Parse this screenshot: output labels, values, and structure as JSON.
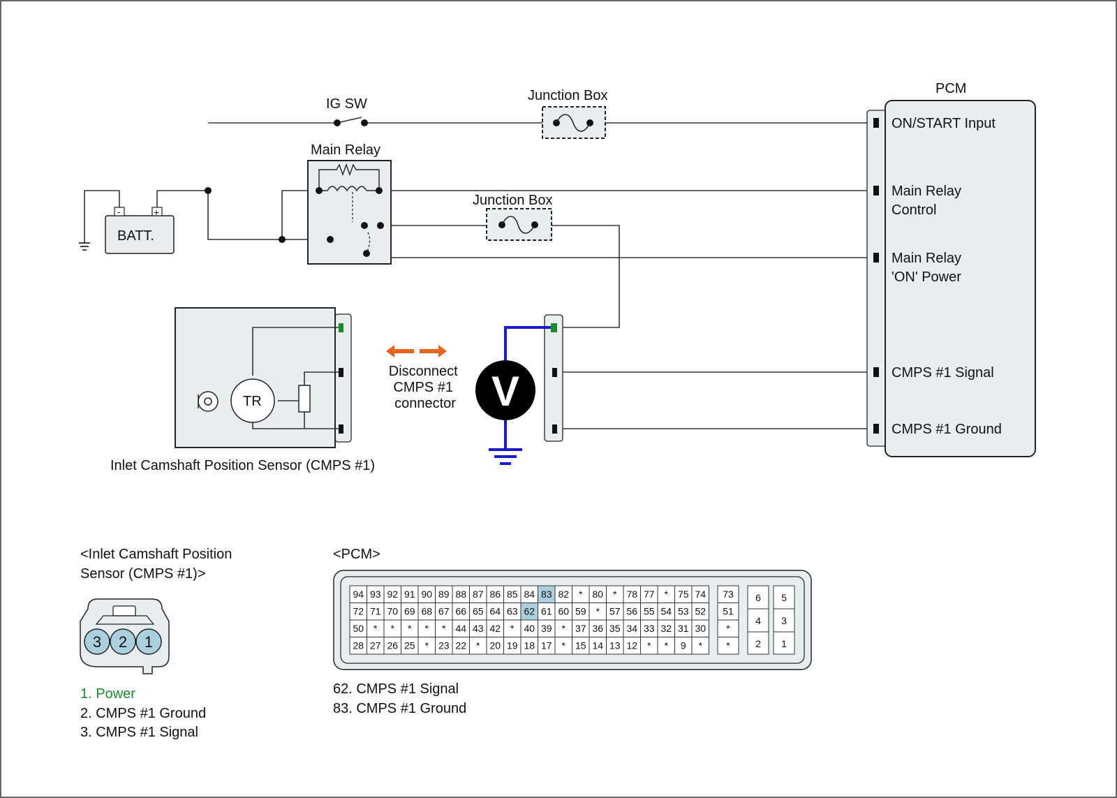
{
  "labels": {
    "ig_sw": "IG SW",
    "junction_box_1": "Junction Box",
    "junction_box_2": "Junction Box",
    "main_relay": "Main Relay",
    "battery": "BATT.",
    "batt_minus": "-",
    "batt_plus": "+",
    "pcm_title": "PCM",
    "tr": "TR",
    "voltmeter": "V",
    "sensor_caption": "Inlet Camshaft Position Sensor (CMPS #1)"
  },
  "pcm_pins": [
    {
      "lines": [
        "ON/START Input"
      ]
    },
    {
      "lines": [
        "Main Relay",
        "Control"
      ]
    },
    {
      "lines": [
        "Main Relay",
        "'ON' Power"
      ]
    },
    {
      "lines": [
        "CMPS #1 Signal"
      ]
    },
    {
      "lines": [
        "CMPS #1 Ground"
      ]
    }
  ],
  "instruction": [
    "Disconnect",
    "CMPS #1",
    "connector"
  ],
  "colors": {
    "power_pin": "#1a8a2a",
    "meter_lead": "#1a1acc",
    "arrow": "#e8641e",
    "highlight": "#a9d0dc",
    "component_fill": "#e8eef0"
  },
  "sensor_connector": {
    "title_lines": [
      "<Inlet Camshaft Position",
      "Sensor (CMPS #1)>"
    ],
    "pins": [
      "3",
      "2",
      "1"
    ],
    "legend": [
      "1. Power",
      "2. CMPS #1 Ground",
      "3. CMPS #1 Signal"
    ]
  },
  "pcm_connector": {
    "title": "<PCM>",
    "rows": [
      [
        "94",
        "93",
        "92",
        "91",
        "90",
        "89",
        "88",
        "87",
        "86",
        "85",
        "84",
        "83",
        "82",
        "*",
        "80",
        "*",
        "78",
        "77",
        "*",
        "75",
        "74"
      ],
      [
        "72",
        "71",
        "70",
        "69",
        "68",
        "67",
        "66",
        "65",
        "64",
        "63",
        "62",
        "61",
        "60",
        "59",
        "*",
        "57",
        "56",
        "55",
        "54",
        "53",
        "52"
      ],
      [
        "50",
        "*",
        "*",
        "*",
        "*",
        "*",
        "44",
        "43",
        "42",
        "*",
        "40",
        "39",
        "*",
        "37",
        "36",
        "35",
        "34",
        "33",
        "32",
        "31",
        "30"
      ],
      [
        "28",
        "27",
        "26",
        "25",
        "*",
        "23",
        "22",
        "*",
        "20",
        "19",
        "18",
        "17",
        "*",
        "15",
        "14",
        "13",
        "12",
        "*",
        "*",
        "9",
        "*"
      ]
    ],
    "side_column": [
      "73",
      "51",
      "*",
      "*"
    ],
    "block_a": [
      "6",
      "4",
      "2"
    ],
    "block_b": [
      "5",
      "3",
      "1"
    ],
    "highlighted": [
      "83",
      "62"
    ],
    "legend": [
      "62. CMPS #1 Signal",
      "83. CMPS #1 Ground"
    ]
  }
}
